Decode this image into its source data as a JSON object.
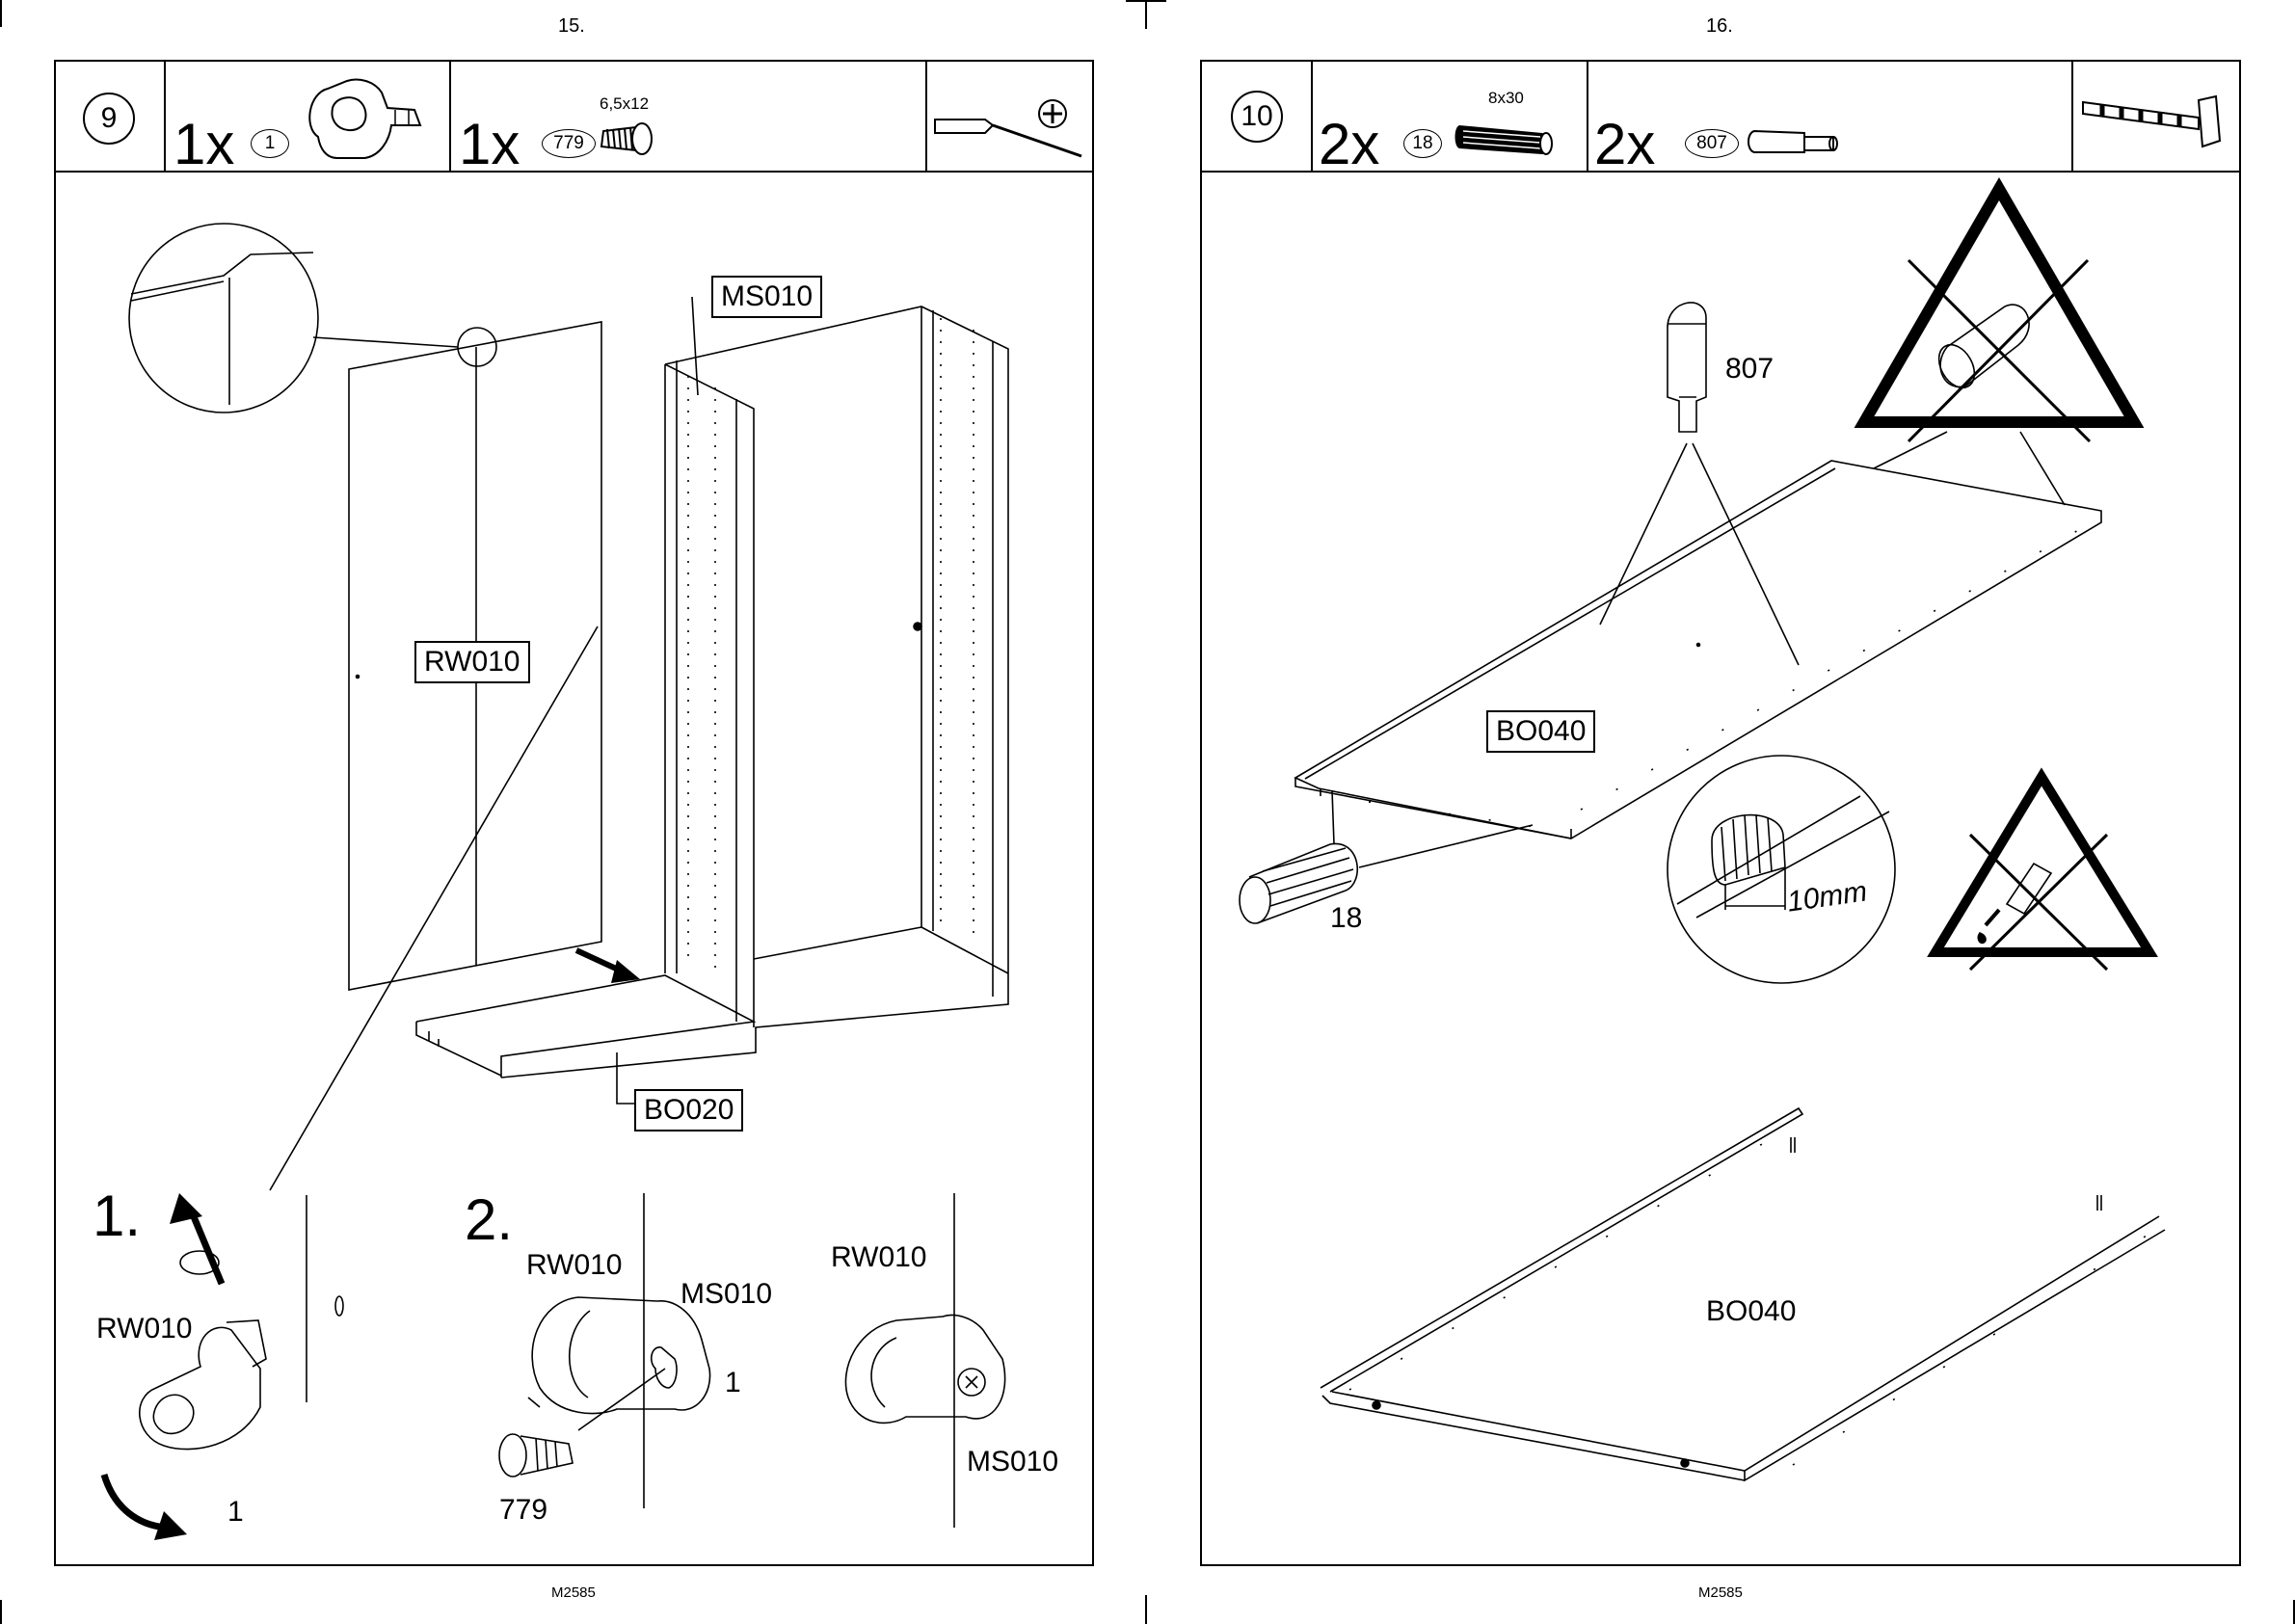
{
  "left_page": {
    "page_number": "15.",
    "footer_code": "M2585",
    "step": {
      "number": "9",
      "items": [
        {
          "qty": "1x",
          "part": "1",
          "icon": "cam-lock-connector-icon"
        },
        {
          "qty": "1x",
          "part": "779",
          "dimension": "6,5x12",
          "icon": "screw-icon"
        }
      ],
      "tool_icon": "phillips-screwdriver-icon"
    },
    "labels": {
      "ms010": "MS010",
      "rw010": "RW010",
      "bo020": "BO020",
      "sub1": "1.",
      "sub2": "2.",
      "sub1_rw010": "RW010",
      "sub1_part": "1",
      "sub2_rw010": "RW010",
      "sub2_ms010": "MS010",
      "sub2_part": "1",
      "sub2_screw": "779",
      "sub3_rw010": "RW010",
      "sub3_ms010": "MS010"
    }
  },
  "right_page": {
    "page_number": "16.",
    "footer_code": "M2585",
    "step": {
      "number": "10",
      "items": [
        {
          "qty": "2x",
          "part": "18",
          "dimension": "8x30",
          "icon": "wooden-dowel-icon"
        },
        {
          "qty": "2x",
          "part": "807",
          "icon": "shelf-pin-icon"
        }
      ],
      "tool_icon": "hammer-icon"
    },
    "labels": {
      "pin": "807",
      "bo040_top": "BO040",
      "dowel": "18",
      "depth": "10mm",
      "bo040_bottom": "BO040"
    },
    "warnings": [
      "no-hammering-dowel-warning-icon",
      "no-glue-warning-icon"
    ]
  }
}
